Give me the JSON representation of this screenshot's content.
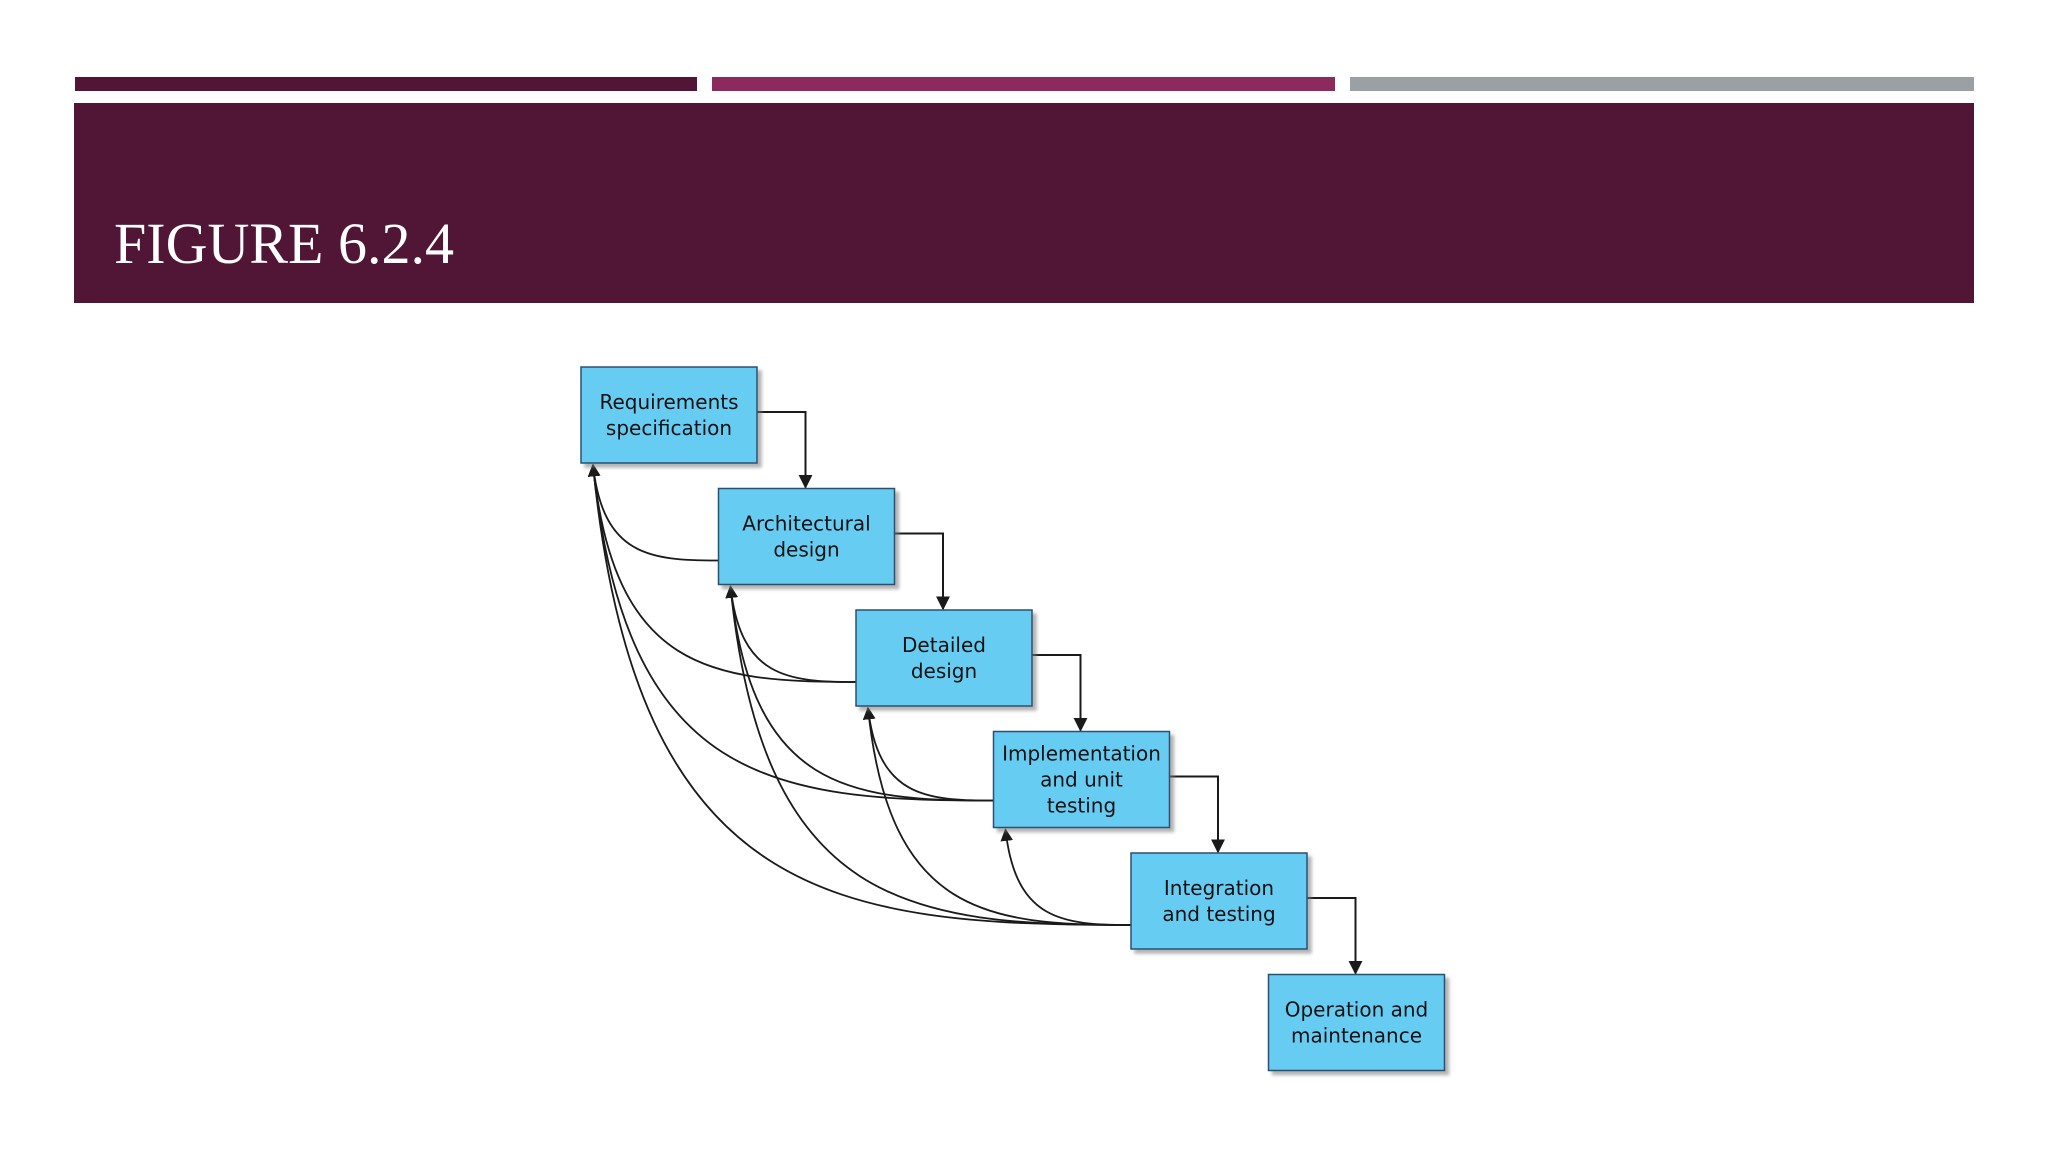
{
  "slide": {
    "title": "FIGURE 6.2.4"
  },
  "colors": {
    "accent_dark": "#511535",
    "accent_magenta": "#8c2a5e",
    "accent_gray": "#9aa0a3",
    "title_band": "#511535",
    "box_fill": "#66ccf2",
    "box_stroke": "#2a4f73"
  },
  "diagram": {
    "stages": [
      {
        "lines": [
          "Requirements",
          "specification"
        ]
      },
      {
        "lines": [
          "Architectural",
          "design"
        ]
      },
      {
        "lines": [
          "Detailed",
          "design"
        ]
      },
      {
        "lines": [
          "Implementation",
          "and unit",
          "testing"
        ]
      },
      {
        "lines": [
          "Integration",
          "and testing"
        ]
      },
      {
        "lines": [
          "Operation and",
          "maintenance"
        ]
      }
    ],
    "feedback_links": [
      {
        "from": 1,
        "to": 0
      },
      {
        "from": 2,
        "to": 0
      },
      {
        "from": 2,
        "to": 1
      },
      {
        "from": 3,
        "to": 0
      },
      {
        "from": 3,
        "to": 1
      },
      {
        "from": 3,
        "to": 2
      },
      {
        "from": 4,
        "to": 0
      },
      {
        "from": 4,
        "to": 1
      },
      {
        "from": 4,
        "to": 2
      },
      {
        "from": 4,
        "to": 3
      }
    ]
  }
}
